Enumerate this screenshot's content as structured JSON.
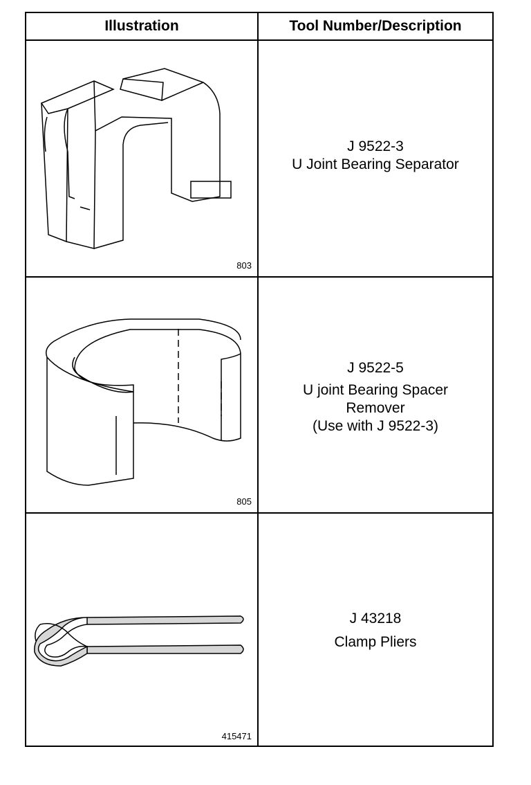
{
  "header": {
    "illustration": "Illustration",
    "tool": "Tool Number/Description"
  },
  "rows": [
    {
      "figure": "803",
      "number": "J 9522-3",
      "desc": [
        "U Joint Bearing Separator"
      ],
      "icon": "u-joint-bearing-separator-icon"
    },
    {
      "figure": "805",
      "number": "J 9522-5",
      "desc": [
        "U joint Bearing Spacer",
        "Remover",
        "(Use with J 9522-3)"
      ],
      "icon": "u-joint-bearing-spacer-remover-icon"
    },
    {
      "figure": "415471",
      "number": "J 43218",
      "desc": [
        "Clamp Pliers"
      ],
      "icon": "clamp-pliers-icon"
    }
  ]
}
